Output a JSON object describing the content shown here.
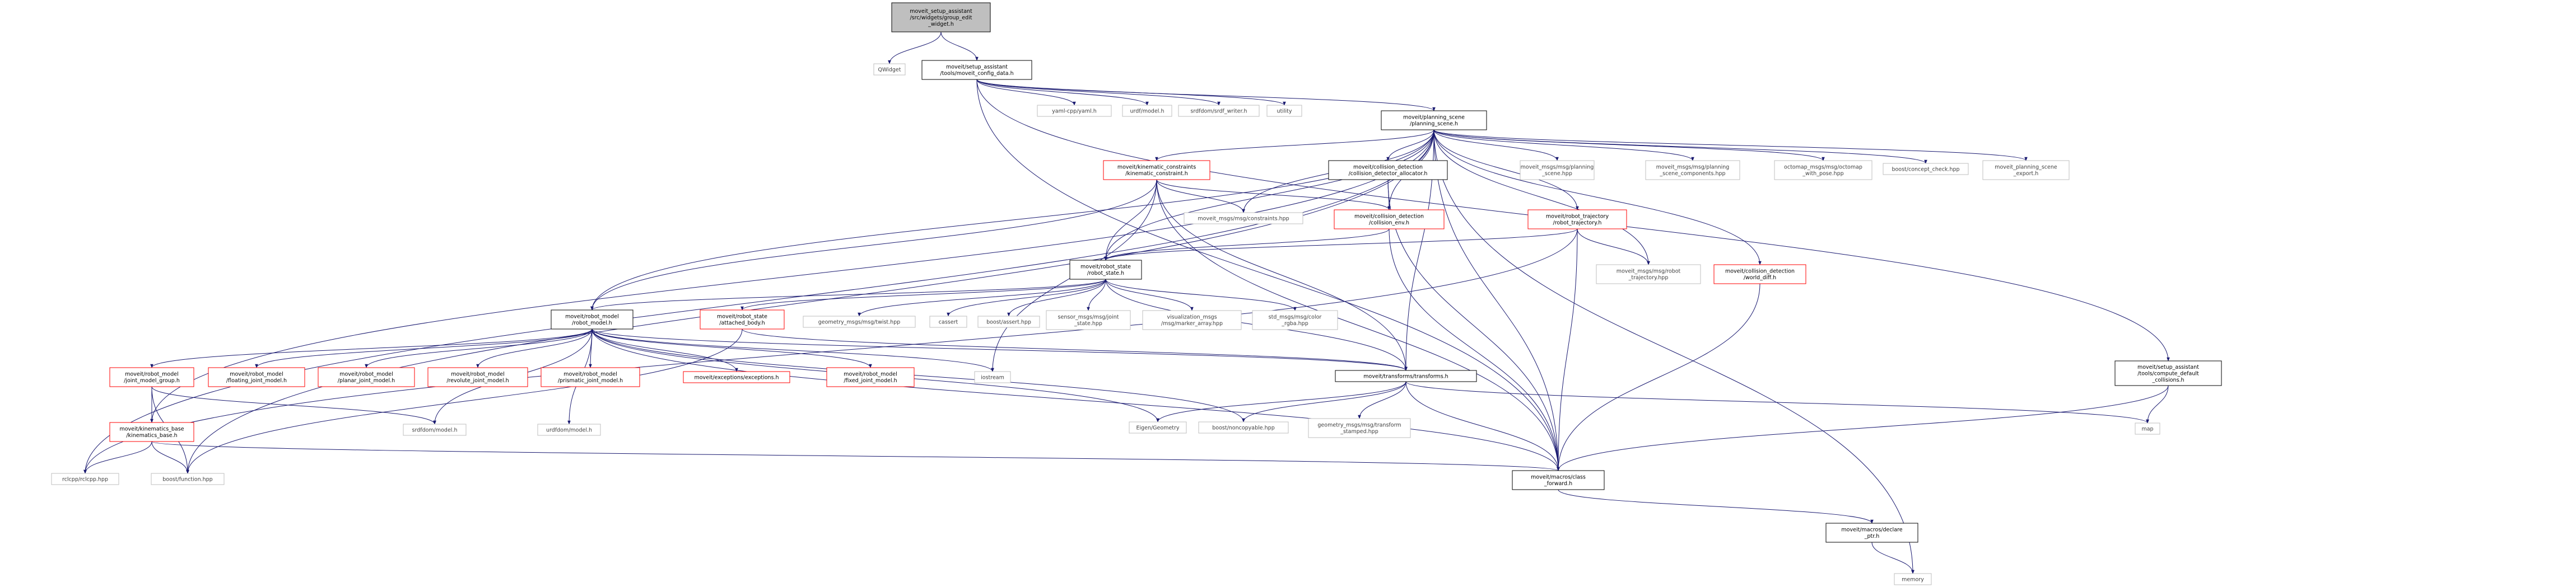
{
  "diagram": {
    "colors": {
      "root_fill": "#bfbfbf",
      "node_fill": "#ffffff",
      "node_stroke": "#000000",
      "incomplete_stroke": "#ff0000",
      "external_stroke": "#bfbfbf",
      "edge": "#191970",
      "edge_external": "#808080",
      "text": "#000000"
    },
    "nodes": [
      {
        "id": "root",
        "kind": "root",
        "lines": [
          "moveit_setup_assistant",
          "/src/widgets/group_edit",
          "_widget.h"
        ]
      },
      {
        "id": "qwidget",
        "kind": "external",
        "lines": [
          "QWidget"
        ]
      },
      {
        "id": "mcd",
        "kind": "normal",
        "lines": [
          "moveit/setup_assistant",
          "/tools/moveit_config_data.h"
        ]
      },
      {
        "id": "yaml",
        "kind": "external",
        "lines": [
          "yaml-cpp/yaml.h"
        ]
      },
      {
        "id": "urdfmodel_top",
        "kind": "external",
        "lines": [
          "urdf/model.h"
        ]
      },
      {
        "id": "srdfwriter",
        "kind": "external",
        "lines": [
          "srdfdom/srdf_writer.h"
        ]
      },
      {
        "id": "utility",
        "kind": "external",
        "lines": [
          "utility"
        ]
      },
      {
        "id": "ps",
        "kind": "normal",
        "lines": [
          "moveit/planning_scene",
          "/planning_scene.h"
        ]
      },
      {
        "id": "kc",
        "kind": "incomplete",
        "lines": [
          "moveit/kinematic_constraints",
          "/kinematic_constraint.h"
        ]
      },
      {
        "id": "cda",
        "kind": "normal",
        "lines": [
          "moveit/collision_detection",
          "/collision_detector_allocator.h"
        ]
      },
      {
        "id": "mmps",
        "kind": "external",
        "lines": [
          "moveit_msgs/msg/planning",
          "_scene.hpp"
        ]
      },
      {
        "id": "mmpsc",
        "kind": "external",
        "lines": [
          "moveit_msgs/msg/planning",
          "_scene_components.hpp"
        ]
      },
      {
        "id": "octo",
        "kind": "external",
        "lines": [
          "octomap_msgs/msg/octomap",
          "_with_pose.hpp"
        ]
      },
      {
        "id": "concept",
        "kind": "external",
        "lines": [
          "boost/concept_check.hpp"
        ]
      },
      {
        "id": "psexport",
        "kind": "external",
        "lines": [
          "moveit_planning_scene",
          "_export.h"
        ]
      },
      {
        "id": "mmcon",
        "kind": "external",
        "lines": [
          "moveit_msgs/msg/constraints.hpp"
        ]
      },
      {
        "id": "cenv",
        "kind": "incomplete",
        "lines": [
          "moveit/collision_detection",
          "/collision_env.h"
        ]
      },
      {
        "id": "rt",
        "kind": "incomplete",
        "lines": [
          "moveit/robot_trajectory",
          "/robot_trajectory.h"
        ]
      },
      {
        "id": "mmrt",
        "kind": "external",
        "lines": [
          "moveit_msgs/msg/robot",
          "_trajectory.hpp"
        ]
      },
      {
        "id": "wd",
        "kind": "incomplete",
        "lines": [
          "moveit/collision_detection",
          "/world_diff.h"
        ]
      },
      {
        "id": "rs",
        "kind": "normal",
        "lines": [
          "moveit/robot_state",
          "/robot_state.h"
        ]
      },
      {
        "id": "rm",
        "kind": "normal",
        "lines": [
          "moveit/robot_model",
          "/robot_model.h"
        ]
      },
      {
        "id": "ab",
        "kind": "incomplete",
        "lines": [
          "moveit/robot_state",
          "/attached_body.h"
        ]
      },
      {
        "id": "gmtwist",
        "kind": "external",
        "lines": [
          "geometry_msgs/msg/twist.hpp"
        ]
      },
      {
        "id": "cassert",
        "kind": "external",
        "lines": [
          "cassert"
        ]
      },
      {
        "id": "bassert",
        "kind": "external",
        "lines": [
          "boost/assert.hpp"
        ]
      },
      {
        "id": "smjs",
        "kind": "external",
        "lines": [
          "sensor_msgs/msg/joint",
          "_state.hpp"
        ]
      },
      {
        "id": "vis",
        "kind": "external",
        "lines": [
          "visualization_msgs",
          "/msg/marker_array.hpp"
        ]
      },
      {
        "id": "stdcolor",
        "kind": "external",
        "lines": [
          "std_msgs/msg/color",
          "_rgba.hpp"
        ]
      },
      {
        "id": "jmg",
        "kind": "incomplete",
        "lines": [
          "moveit/robot_model",
          "/joint_model_group.h"
        ]
      },
      {
        "id": "fjm",
        "kind": "incomplete",
        "lines": [
          "moveit/robot_model",
          "/floating_joint_model.h"
        ]
      },
      {
        "id": "pjm",
        "kind": "incomplete",
        "lines": [
          "moveit/robot_model",
          "/planar_joint_model.h"
        ]
      },
      {
        "id": "rjm",
        "kind": "incomplete",
        "lines": [
          "moveit/robot_model",
          "/revolute_joint_model.h"
        ]
      },
      {
        "id": "prjm",
        "kind": "incomplete",
        "lines": [
          "moveit/robot_model",
          "/prismatic_joint_model.h"
        ]
      },
      {
        "id": "exc",
        "kind": "incomplete",
        "lines": [
          "moveit/exceptions/exceptions.h"
        ]
      },
      {
        "id": "fixed",
        "kind": "incomplete",
        "lines": [
          "moveit/robot_model",
          "/fixed_joint_model.h"
        ]
      },
      {
        "id": "iostream",
        "kind": "external",
        "lines": [
          "iostream"
        ]
      },
      {
        "id": "tf",
        "kind": "normal",
        "lines": [
          "moveit/transforms/transforms.h"
        ]
      },
      {
        "id": "kb",
        "kind": "incomplete",
        "lines": [
          "moveit/kinematics_base",
          "/kinematics_base.h"
        ]
      },
      {
        "id": "srdfmodel",
        "kind": "external",
        "lines": [
          "srdfdom/model.h"
        ]
      },
      {
        "id": "urdfmodel",
        "kind": "external",
        "lines": [
          "urdfdom/model.h"
        ]
      },
      {
        "id": "eigen",
        "kind": "external",
        "lines": [
          "Eigen/Geometry"
        ]
      },
      {
        "id": "noncopy",
        "kind": "external",
        "lines": [
          "boost/noncopyable.hpp"
        ]
      },
      {
        "id": "gmts",
        "kind": "external",
        "lines": [
          "geometry_msgs/msg/transform",
          "_stamped.hpp"
        ]
      },
      {
        "id": "cdc",
        "kind": "normal",
        "lines": [
          "moveit/setup_assistant",
          "/tools/compute_default",
          "_collisions.h"
        ]
      },
      {
        "id": "map",
        "kind": "external",
        "lines": [
          "map"
        ]
      },
      {
        "id": "rclcpp",
        "kind": "external",
        "lines": [
          "rclcpp/rclcpp.hpp"
        ]
      },
      {
        "id": "bfunc",
        "kind": "external",
        "lines": [
          "boost/function.hpp"
        ]
      },
      {
        "id": "classfwd",
        "kind": "normal",
        "lines": [
          "moveit/macros/class",
          "_forward.h"
        ]
      },
      {
        "id": "declptr",
        "kind": "normal",
        "lines": [
          "moveit/macros/declare",
          "_ptr.h"
        ]
      },
      {
        "id": "memory",
        "kind": "external",
        "lines": [
          "memory"
        ]
      }
    ],
    "edges": [
      [
        "root",
        "qwidget"
      ],
      [
        "root",
        "mcd"
      ],
      [
        "mcd",
        "yaml"
      ],
      [
        "mcd",
        "urdfmodel_top"
      ],
      [
        "mcd",
        "srdfwriter"
      ],
      [
        "mcd",
        "utility"
      ],
      [
        "mcd",
        "ps"
      ],
      [
        "mcd",
        "cdc"
      ],
      [
        "mcd",
        "classfwd"
      ],
      [
        "ps",
        "kc"
      ],
      [
        "ps",
        "cda"
      ],
      [
        "ps",
        "mmps"
      ],
      [
        "ps",
        "mmpsc"
      ],
      [
        "ps",
        "octo"
      ],
      [
        "ps",
        "concept"
      ],
      [
        "ps",
        "psexport"
      ],
      [
        "ps",
        "mmcon"
      ],
      [
        "ps",
        "rt"
      ],
      [
        "ps",
        "wd"
      ],
      [
        "ps",
        "rs"
      ],
      [
        "ps",
        "rm"
      ],
      [
        "ps",
        "classfwd"
      ],
      [
        "ps",
        "memory"
      ],
      [
        "ps",
        "rclcpp"
      ],
      [
        "ps",
        "bfunc"
      ],
      [
        "ps",
        "tf"
      ],
      [
        "ps",
        "kb"
      ],
      [
        "ps",
        "mmrt"
      ],
      [
        "ps",
        "cenv"
      ],
      [
        "kc",
        "mmcon"
      ],
      [
        "kc",
        "cenv"
      ],
      [
        "kc",
        "rs"
      ],
      [
        "kc",
        "rm"
      ],
      [
        "kc",
        "tf"
      ],
      [
        "kc",
        "iostream"
      ],
      [
        "kc",
        "classfwd"
      ],
      [
        "cda",
        "cenv"
      ],
      [
        "cda",
        "classfwd"
      ],
      [
        "cenv",
        "rs"
      ],
      [
        "cenv",
        "classfwd"
      ],
      [
        "rt",
        "rs"
      ],
      [
        "rt",
        "mmrt"
      ],
      [
        "rt",
        "classfwd"
      ],
      [
        "rt",
        "rclcpp"
      ],
      [
        "wd",
        "classfwd"
      ],
      [
        "rs",
        "rm"
      ],
      [
        "rs",
        "ab"
      ],
      [
        "rs",
        "gmtwist"
      ],
      [
        "rs",
        "cassert"
      ],
      [
        "rs",
        "bassert"
      ],
      [
        "rs",
        "smjs"
      ],
      [
        "rs",
        "vis"
      ],
      [
        "rs",
        "stdcolor"
      ],
      [
        "rs",
        "tf"
      ],
      [
        "ab",
        "bfunc"
      ],
      [
        "ab",
        "tf"
      ],
      [
        "rm",
        "jmg"
      ],
      [
        "rm",
        "fjm"
      ],
      [
        "rm",
        "pjm"
      ],
      [
        "rm",
        "rjm"
      ],
      [
        "rm",
        "prjm"
      ],
      [
        "rm",
        "exc"
      ],
      [
        "rm",
        "fixed"
      ],
      [
        "rm",
        "iostream"
      ],
      [
        "rm",
        "tf"
      ],
      [
        "rm",
        "srdfmodel"
      ],
      [
        "rm",
        "urdfmodel"
      ],
      [
        "rm",
        "eigen"
      ],
      [
        "rm",
        "noncopy"
      ],
      [
        "rm",
        "classfwd"
      ],
      [
        "jmg",
        "kb"
      ],
      [
        "jmg",
        "srdfmodel"
      ],
      [
        "jmg",
        "bfunc"
      ],
      [
        "kb",
        "rclcpp"
      ],
      [
        "kb",
        "bfunc"
      ],
      [
        "kb",
        "classfwd"
      ],
      [
        "tf",
        "eigen"
      ],
      [
        "tf",
        "noncopy"
      ],
      [
        "tf",
        "gmts"
      ],
      [
        "tf",
        "classfwd"
      ],
      [
        "tf",
        "map"
      ],
      [
        "cdc",
        "map"
      ],
      [
        "cdc",
        "classfwd"
      ],
      [
        "classfwd",
        "declptr"
      ],
      [
        "declptr",
        "memory"
      ]
    ]
  }
}
